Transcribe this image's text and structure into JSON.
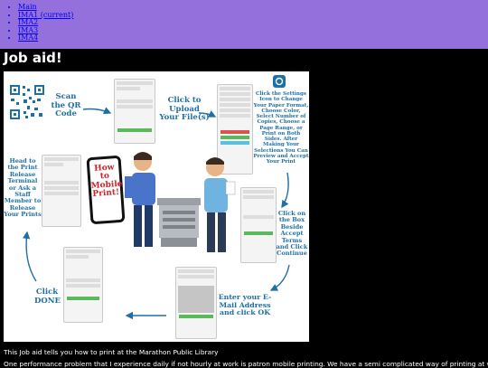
{
  "nav": {
    "items": [
      {
        "label": "Main"
      },
      {
        "label": "IMA1 (current)"
      },
      {
        "label": "IMA2"
      },
      {
        "label": "IMA3"
      },
      {
        "label": "IMA4"
      }
    ]
  },
  "page_title": "Job aid!",
  "poster": {
    "step_scan": "Scan the QR Code",
    "step_upload": "Click to Upload Your File(s)",
    "step_settings": "Click the Settings Icon to Change Your Paper Format, Choose Color, Select Number of Copies, Choose a Page Range, or Print on Both Sides. After Making Your Selections You Can Preview and Accept Your Print",
    "step_checkbox": "Click on the Box Beside Accept Terms and Click Continue",
    "step_email": "Enter your E-Mail Address and click OK",
    "step_done": "Click DONE",
    "step_release": "Head to the Print Release Terminal or Ask a Staff Member to Release Your Prints",
    "badge": "How to Mobile Print!",
    "colors": {
      "step_text": "#1e6fa6",
      "badge_text": "#d1232a",
      "arrow": "#1e6fa6"
    }
  },
  "caption": "This Job aid tells you how to print at the Marathon Public Library",
  "body_text": "One performance problem that I experience daily if not hourly at work is patron mobile printing. We have a semi complicated way of printing at work. If you"
}
